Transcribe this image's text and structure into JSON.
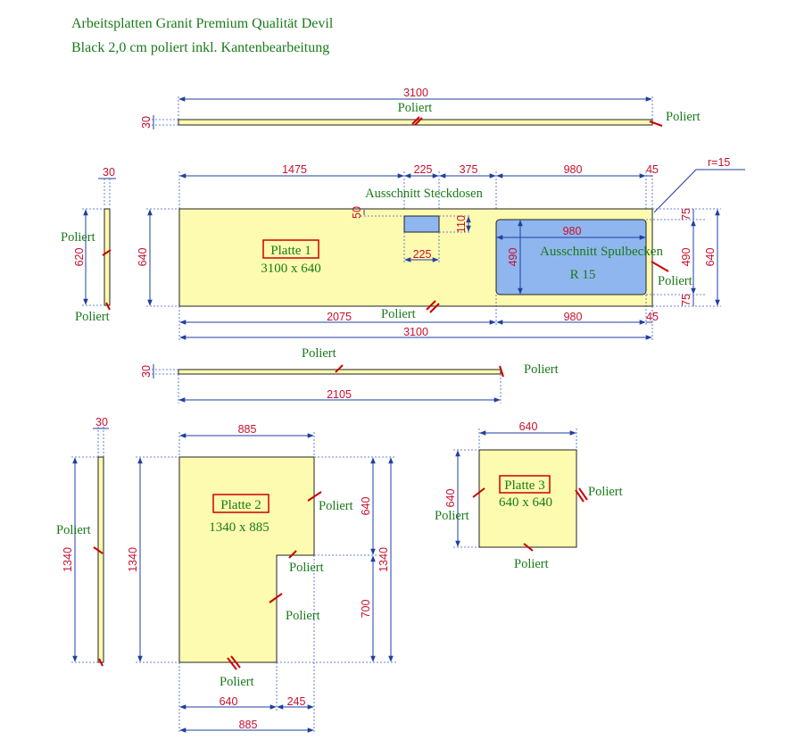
{
  "title": {
    "line1": "Arbeitsplatten Granit Premium Qualität Devil",
    "line2": "Black 2,0 cm poliert inkl. Kantenbearbeitung"
  },
  "labels": {
    "poliert": "Poliert",
    "steckdosen": "Ausschnitt Steckdosen",
    "spulbecken": "Ausschnitt Spulbecken",
    "r15": "R 15",
    "radius": "r=15"
  },
  "plates": {
    "p1": {
      "name": "Platte 1",
      "size": "3100 x 640"
    },
    "p2": {
      "name": "Platte 2",
      "size": "1340 x 885"
    },
    "p3": {
      "name": "Platte 3",
      "size": "640 x 640"
    }
  },
  "dims": {
    "top_len": "3100",
    "top_thick": "30",
    "p1_a": "1475",
    "p1_b": "225",
    "p1_c": "375",
    "p1_d": "980",
    "p1_e": "45",
    "p1_sock_w": "225",
    "p1_sock_h": "110",
    "p1_sock_off": "50",
    "p1_sink_w": "980",
    "p1_sink_h": "490",
    "p1_sink_h_right": "490",
    "p1_r75a": "75",
    "p1_r75b": "75",
    "p1_height": "640",
    "p1_height_right": "640",
    "p1_bot_a": "2075",
    "p1_bot_b": "980",
    "p1_bot_c": "45",
    "p1_total": "3100",
    "side1_thick": "30",
    "side1_len": "620",
    "mid_thick": "30",
    "mid_len": "2105",
    "side2_thick": "30",
    "side2_len": "1340",
    "p2_top": "885",
    "p2_left": "1340",
    "p2_right_upper": "640",
    "p2_right_lower": "700",
    "p2_right_total": "1340",
    "p2_bot_a": "640",
    "p2_bot_b": "245",
    "p2_bot_total": "885",
    "p3_top": "640",
    "p3_left": "640"
  },
  "colors": {
    "panel_fill": "#fdfbb0",
    "sink_fill": "#8fb6ee",
    "dimension_text": "#c8102e",
    "dimension_line": "#1f3fa0",
    "label_text": "#1a7a1a",
    "polish_mark": "#cc0000"
  }
}
